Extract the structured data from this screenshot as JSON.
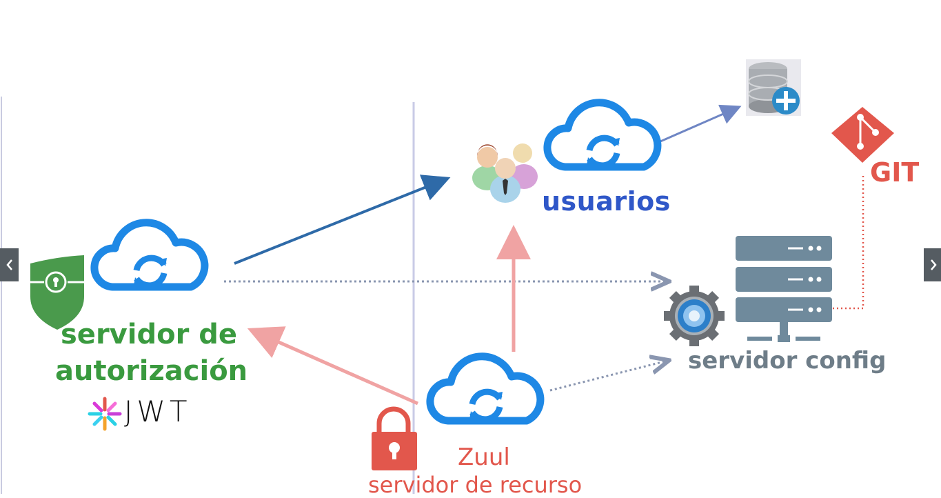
{
  "diagram": {
    "labels": {
      "usuarios": "usuarios",
      "auth_line1": "servidor de",
      "auth_line2": "autorización",
      "jwt": "JWT",
      "config": "servidor config",
      "git": "GIT",
      "zuul": "Zuul",
      "recurso": "servidor de recurso"
    },
    "colors": {
      "cloud_blue": "#1e88e5",
      "auth_green": "#3a9a3f",
      "zuul_red": "#e2574c",
      "server_gray": "#6e8a9c",
      "arrow_blue": "#2e6aa8",
      "arrow_pink": "#f0a3a3"
    },
    "icons": [
      "cloud-sync-icon",
      "shield-lock-icon",
      "users-group-icon",
      "database-plus-icon",
      "git-icon",
      "server-stack-icon",
      "gear-icon",
      "padlock-icon",
      "jwt-logo-icon"
    ]
  },
  "nav": {
    "prev_icon": "chevron-left-icon",
    "next_icon": "chevron-right-icon"
  }
}
